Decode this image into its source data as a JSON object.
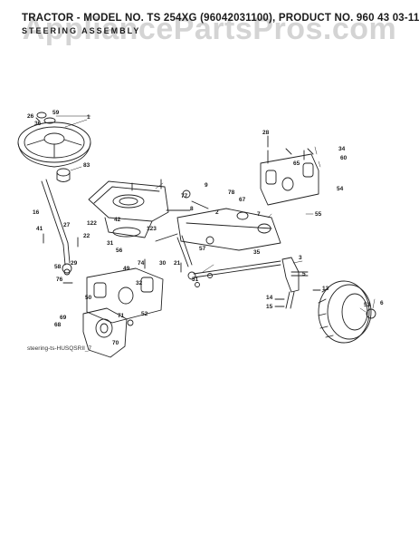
{
  "header": {
    "title": "TRACTOR - MODEL NO. TS 254XG (96042031100), PRODUCT NO. 960 43 03-11",
    "subtitle": "STEERING ASSEMBLY"
  },
  "watermark": "AppliancePartsPros.com",
  "diagram": {
    "filename": "steering-ts-HUSQSRII_7",
    "callouts": [
      "1",
      "2",
      "3",
      "5",
      "6",
      "7",
      "8",
      "9",
      "13",
      "14",
      "15",
      "16",
      "21",
      "22",
      "26",
      "27",
      "28",
      "29",
      "30",
      "31",
      "32",
      "34",
      "35",
      "36",
      "41",
      "42",
      "49",
      "50",
      "51",
      "52",
      "53",
      "54",
      "55",
      "56",
      "57",
      "58",
      "59",
      "60",
      "65",
      "67",
      "68",
      "69",
      "70",
      "71",
      "74",
      "76",
      "77",
      "78",
      "83",
      "122",
      "123"
    ]
  }
}
